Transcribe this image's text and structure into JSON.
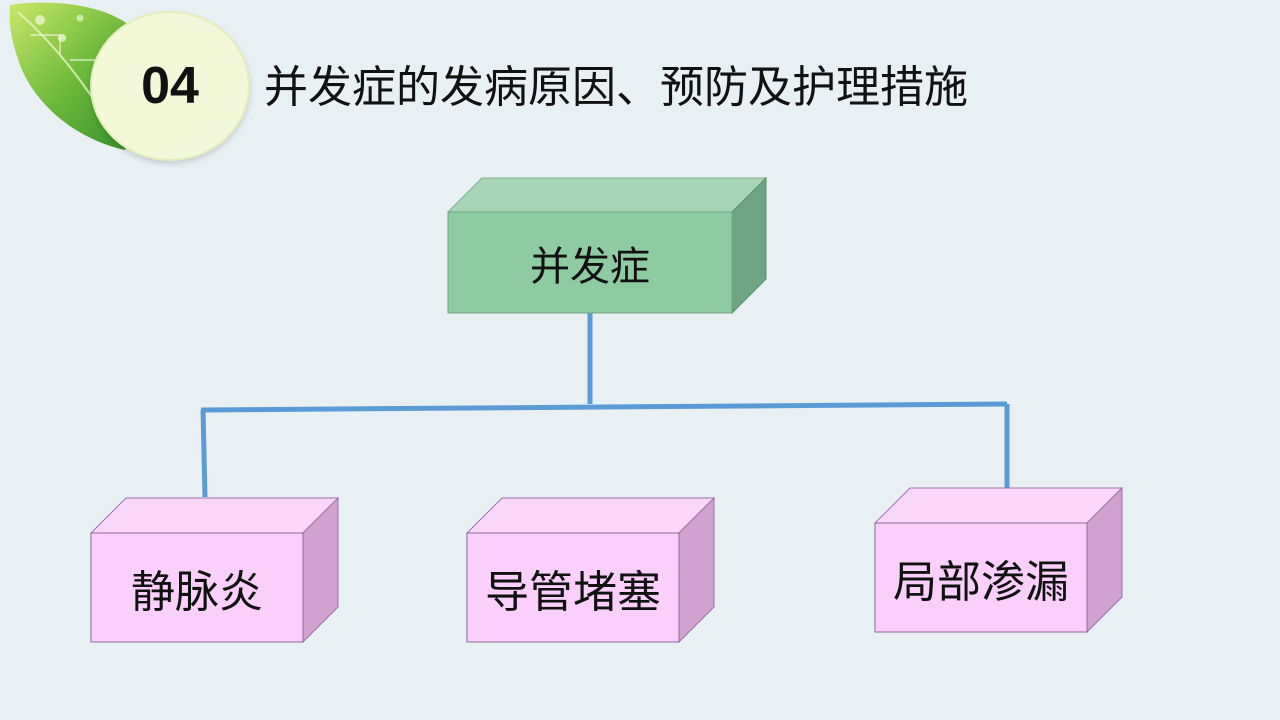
{
  "header": {
    "number": "04",
    "title": "并发症的发病原因、预防及护理措施"
  },
  "diagram": {
    "root": {
      "label": "并发症"
    },
    "children": [
      {
        "label": "静脉炎"
      },
      {
        "label": "导管堵塞"
      },
      {
        "label": "局部渗漏"
      }
    ]
  },
  "colors": {
    "background": "#e9f0f4",
    "root_front": "#8ecba0",
    "root_top": "#a8d5b5",
    "root_side": "#6fa583",
    "child_front": "#fbcffb",
    "child_top": "#fbd6fb",
    "child_side": "#cfa2cf",
    "connector": "#5b9bd5"
  }
}
